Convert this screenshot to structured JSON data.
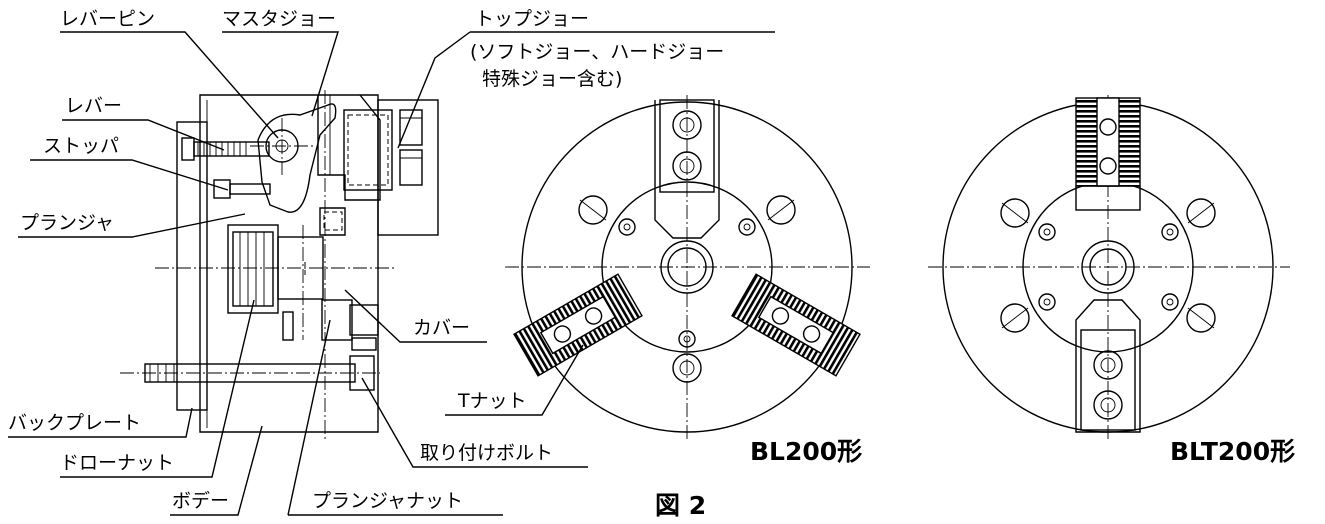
{
  "labels": {
    "lever_pin": "レバーピン",
    "master_jaw": "マスタジョー",
    "top_jaw": "トップジョー",
    "top_jaw_note_1": "(ソフトジョー、ハードジョー",
    "top_jaw_note_2": "特殊ジョー含む)",
    "lever": "レバー",
    "stopper": "ストッパ",
    "plunger": "プランジャ",
    "cover": "カバー",
    "t_nut": "Tナット",
    "back_plate": "バックプレート",
    "draw_nut": "ドローナット",
    "body": "ボデー",
    "plunger_nut": "プランジャナット",
    "mounting_bolt": "取り付けボルト"
  },
  "models": {
    "bl200": "BL200形",
    "blt200": "BLT200形"
  },
  "figure": {
    "caption": "図 2"
  }
}
